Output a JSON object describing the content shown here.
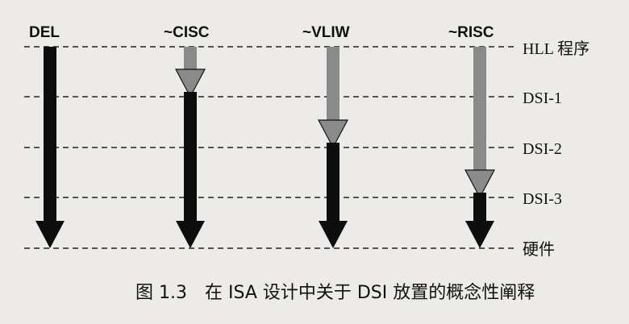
{
  "columns": [
    {
      "label": "DEL",
      "gray_from": null,
      "black_from": "HLL 程序"
    },
    {
      "label": "~CISC",
      "gray_from": "HLL 程序",
      "black_from": "DSI-1"
    },
    {
      "label": "~VLIW",
      "gray_from": "HLL 程序",
      "black_from": "DSI-2"
    },
    {
      "label": "~RISC",
      "gray_from": "HLL 程序",
      "black_from": "DSI-3"
    }
  ],
  "levels": [
    "HLL 程序",
    "DSI-1",
    "DSI-2",
    "DSI-3",
    "硬件"
  ],
  "caption": "图 1.3　在 ISA 设计中关于 DSI 放置的概念性阐释",
  "colors": {
    "black_arrow": "#0d0d0d",
    "gray_arrow": "#8a8a8a",
    "background": "#ecebe8"
  }
}
